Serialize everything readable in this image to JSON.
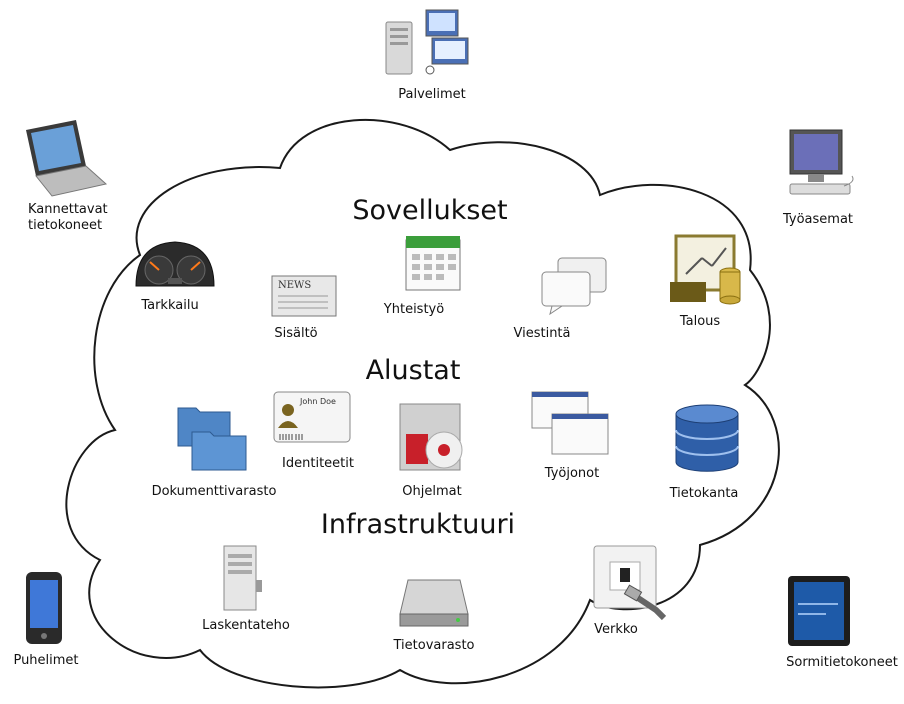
{
  "sections": {
    "applications": "Sovellukset",
    "platform": "Alustat",
    "infrastructure": "Infrastruktuuri"
  },
  "devices": {
    "servers": "Palvelimet",
    "laptops_line1": "Kannettavat",
    "laptops_line2": "tietokoneet",
    "workstations": "Työasemat",
    "phones": "Puhelimet",
    "tablets": "Sormitietokoneet"
  },
  "applications": {
    "monitoring": "Tarkkailu",
    "content": "Sisältö",
    "collaboration": "Yhteistyö",
    "communication": "Viestintä",
    "finance": "Talous"
  },
  "platform": {
    "identity": "Identiteetit",
    "identity_card_name": "John Doe",
    "document_storage": "Dokumenttivarasto",
    "software": "Ohjelmat",
    "queues": "Työjonot",
    "database": "Tietokanta"
  },
  "infrastructure": {
    "compute": "Laskentateho",
    "storage": "Tietovarasto",
    "network": "Verkko"
  },
  "icons": {
    "news_text": "NEWS"
  }
}
